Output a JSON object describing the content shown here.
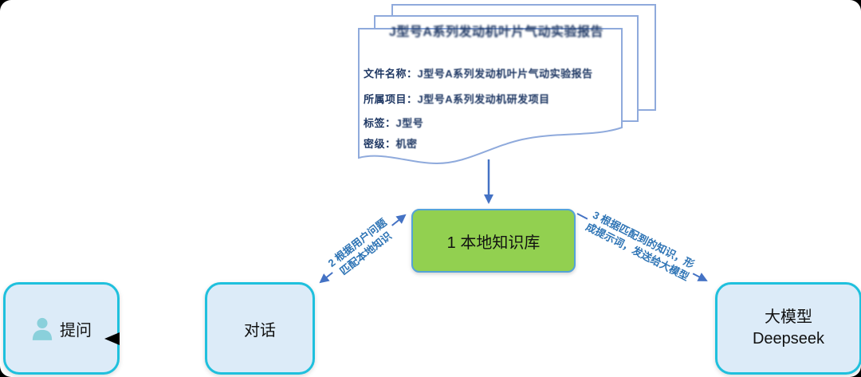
{
  "colors": {
    "kb_fill": "#92D050",
    "kb_border": "#54A3D8",
    "node_fill": "#DCEBF8",
    "node_border": "#1FC0DD",
    "connector_blue": "#4472C4",
    "doc_border": "#8FAADC",
    "doc_text_navy": "#1F3864",
    "edge_label_blue": "#2E74B5",
    "user_icon_teal": "#8AD0DB"
  },
  "document": {
    "title": "J型号A系列发动机叶片气动实验报告",
    "fields": [
      {
        "label": "文件名称：",
        "value": "J型号A系列发动机叶片气动实验报告"
      },
      {
        "label": "所属项目：",
        "value": "J型号A系列发动机研发项目"
      },
      {
        "label": "标签：",
        "value": "J型号"
      },
      {
        "label": "密级：",
        "value": "机密"
      }
    ]
  },
  "knowledge_base": {
    "label": "1 本地知识库"
  },
  "nodes": {
    "ask": {
      "label": "提问"
    },
    "chat": {
      "label": "对话"
    },
    "model": {
      "line1": "大模型",
      "line2": "Deepseek"
    }
  },
  "edges": {
    "chat_kb": {
      "line1": "2 根据用户问题",
      "line2": "匹配本地知识"
    },
    "kb_model": {
      "line1": "3 根据匹配到的知识，形",
      "line2": "成提示词，发送给大模型"
    }
  }
}
